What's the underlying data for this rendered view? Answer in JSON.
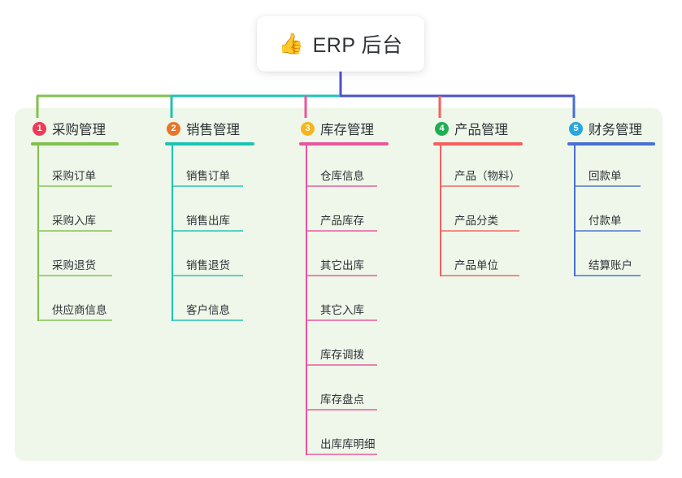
{
  "diagram": {
    "type": "mind-map",
    "root": {
      "icon": "thumbs-up-icon",
      "emoji": "👍",
      "title": "ERP 后台"
    },
    "panel_color": "#eef7e9",
    "branches": [
      {
        "number": "1",
        "title": "采购管理",
        "badge_color": "#ef3b56",
        "line_color": "#82c04f",
        "items": [
          "采购订单",
          "采购入库",
          "采购退货",
          "供应商信息"
        ]
      },
      {
        "number": "2",
        "title": "销售管理",
        "badge_color": "#e8752a",
        "line_color": "#1ec3b4",
        "items": [
          "销售订单",
          "销售出库",
          "销售退货",
          "客户信息"
        ]
      },
      {
        "number": "3",
        "title": "库存管理",
        "badge_color": "#f5b521",
        "line_color": "#e8559e",
        "items": [
          "仓库信息",
          "产品库存",
          "其它出库",
          "其它入库",
          "库存调拨",
          "库存盘点",
          "出库库明细"
        ]
      },
      {
        "number": "4",
        "title": "产品管理",
        "badge_color": "#1faf52",
        "line_color": "#f4605c",
        "items": [
          "产品（物料）",
          "产品分类",
          "产品单位"
        ]
      },
      {
        "number": "5",
        "title": "财务管理",
        "badge_color": "#29a6e0",
        "line_color": "#4a6fd0",
        "items": [
          "回款单",
          "付款单",
          "结算账户"
        ]
      }
    ],
    "connectors": {
      "trunk_color": "#4a52c8",
      "bar_segments": [
        {
          "color": "#82c04f"
        },
        {
          "color": "#1ec3b4"
        },
        {
          "color": "#4a52c8"
        }
      ]
    }
  }
}
